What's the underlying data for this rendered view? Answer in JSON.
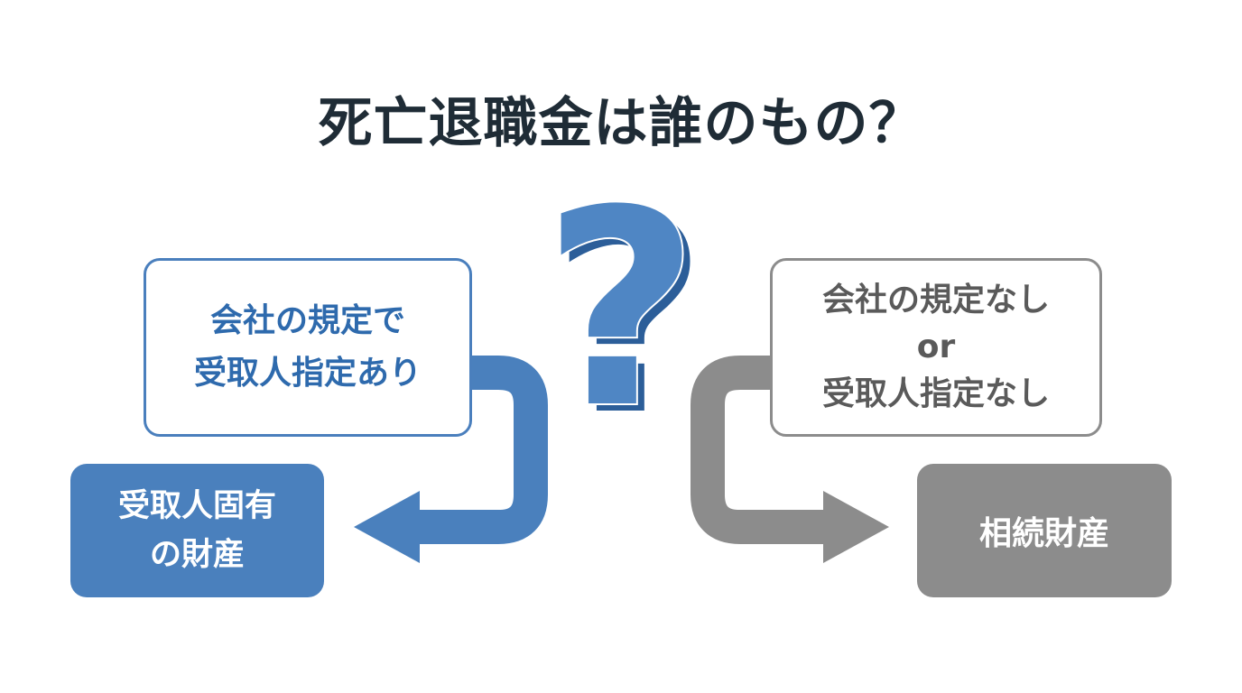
{
  "title": "死亡退職金は誰のもの？",
  "center_mark": "?",
  "left": {
    "condition_lines": [
      "会社の規定で",
      "受取人指定あり"
    ],
    "result_lines": [
      "受取人固有",
      "の財産"
    ]
  },
  "right": {
    "condition_lines": [
      "会社の規定なし",
      "or",
      "受取人指定なし"
    ],
    "result": "相続財産"
  },
  "colors": {
    "blue": "#4a80bd",
    "blue_dark": "#2e6aad",
    "gray": "#8c8c8c",
    "title": "#1f2c36"
  }
}
